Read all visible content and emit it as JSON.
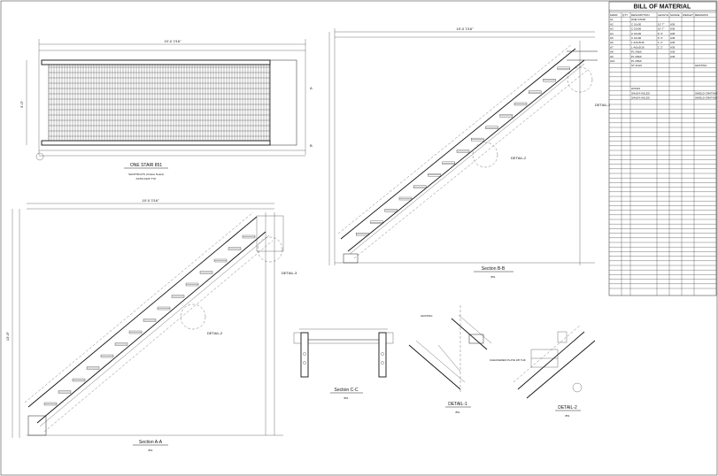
{
  "bom": {
    "title": "BILL OF MATERIAL",
    "headers": [
      "MARK",
      "QTY",
      "DESCRIPTION",
      "LENGTH",
      "GRADE",
      "WEIGHT",
      "REMARKS"
    ],
    "rows": [
      [
        "A1",
        "",
        "ONE STAIR",
        "",
        "",
        "",
        ""
      ],
      [
        "A2",
        "",
        "C 10x30",
        "10' 7\"",
        "A36",
        "",
        ""
      ],
      [
        "A3",
        "",
        "C 10x30",
        "10' 7\"",
        "A36",
        "",
        ""
      ],
      [
        "A4",
        "",
        "C 10x30",
        "6' 3\"",
        "A36",
        "",
        ""
      ],
      [
        "A5",
        "",
        "C 10x30",
        "6' 3\"",
        "A36",
        "",
        ""
      ],
      [
        "A6",
        "",
        "L 4x3x5/16",
        "1' 2\"",
        "A36",
        "",
        ""
      ],
      [
        "A7",
        "",
        "L 4x3x5/16",
        "1' 2\"",
        "A36",
        "",
        ""
      ],
      [
        "A8",
        "",
        "PL 3/8x6",
        "",
        "A36",
        "",
        ""
      ],
      [
        "A9",
        "",
        "PL 3/8x6",
        "",
        "A36",
        "",
        ""
      ],
      [
        "A10",
        "",
        "PL 3/8x6",
        "",
        "",
        "",
        ""
      ],
      [
        "",
        "",
        "ST 3/4x6",
        "",
        "",
        "",
        "GRATING"
      ],
      [
        "",
        "",
        "",
        "",
        "",
        "",
        ""
      ],
      [
        "",
        "",
        "",
        "",
        "",
        "",
        ""
      ],
      [
        "",
        "",
        "",
        "",
        "",
        "",
        ""
      ],
      [
        "",
        "",
        "",
        "",
        "",
        "",
        ""
      ],
      [
        "",
        "",
        "HOLES",
        "",
        "",
        "",
        ""
      ],
      [
        "",
        "",
        "3/4x3/4 HOLES",
        "",
        "",
        "",
        "SHIELD GRATING"
      ],
      [
        "",
        "",
        "3/4x3/4 HOLES",
        "",
        "",
        "",
        "SHIELD GRATING"
      ]
    ]
  },
  "views": {
    "plan_title": "ONE STAIR 851",
    "plan_note1": "SHOP BOLTS (Unless Noted)",
    "plan_note2": "ASTM A325 TYP.",
    "section_aa": "Section A-A",
    "section_aa_ref": "851",
    "section_bb": "Section B-B",
    "section_bb_ref": "851",
    "section_cc": "Section C-C",
    "section_cc_ref": "851",
    "detail1": "DETAIL-1",
    "detail1_ref": "851",
    "detail2": "DETAIL-2",
    "detail2_ref": "851",
    "detail1_tag": "DETAIL-1",
    "detail2_tag": "DETAIL-2",
    "detail3_tag": "DETAIL-3",
    "dim_top": "19'-0 7/16\"",
    "dim_plan_width": "3'-0\"",
    "dim_bb_top": "19'-0 7/16\"",
    "dim_aa_top": "19'-0 7/16\"",
    "dim_rise": "13'-8\"",
    "grating_note": "GRATING",
    "chkplate_note": "CHECKERED PLATE 3/8 THK",
    "section_a": "A",
    "section_b": "B",
    "section_c": "C"
  }
}
